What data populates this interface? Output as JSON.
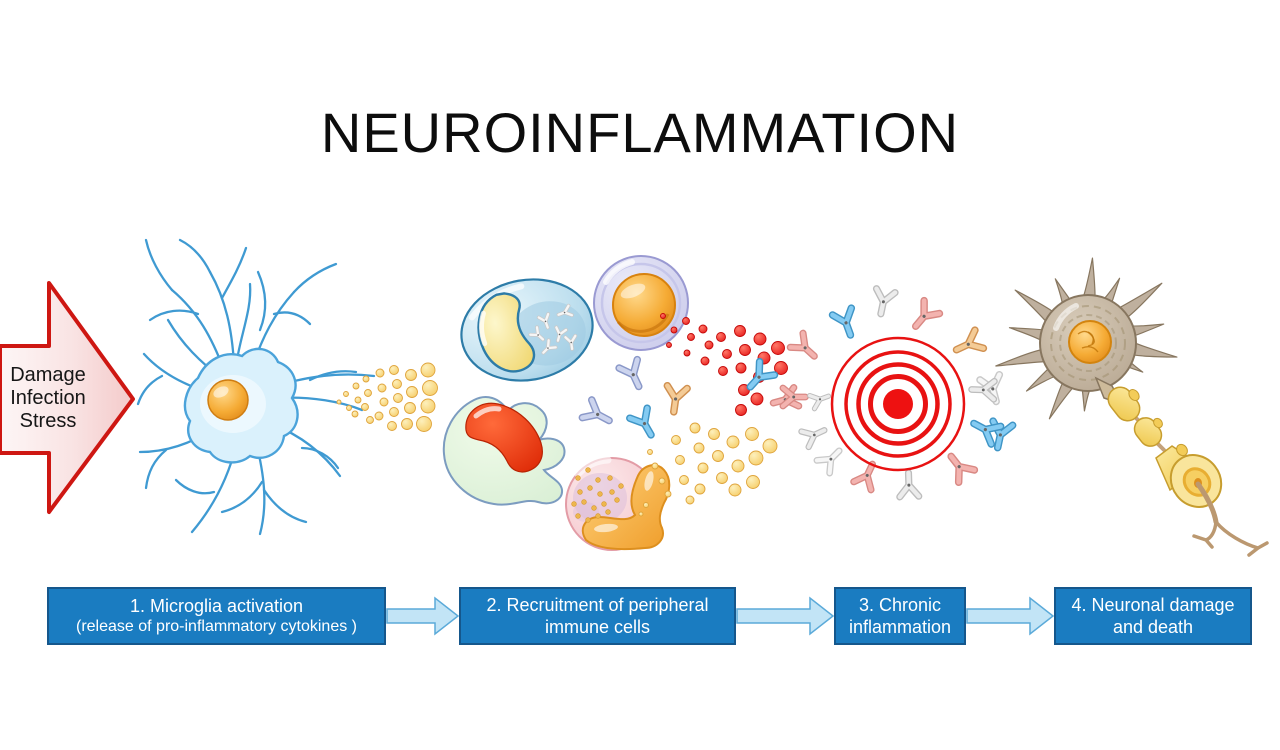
{
  "title": "NEUROINFLAMMATION",
  "trigger_arrow": {
    "lines": [
      "Damage",
      "Infection",
      "Stress"
    ]
  },
  "flow": {
    "steps": [
      {
        "line1": "1. Microglia activation",
        "line2": "(release of pro-inflammatory cytokines )"
      },
      {
        "line1": "2. Recruitment of peripheral",
        "line2": "immune cells"
      },
      {
        "line1": "3. Chronic",
        "line2": "inflammation"
      },
      {
        "line1": "4. Neuronal damage",
        "line2": "and death"
      }
    ]
  },
  "illustrations": {
    "trigger": "damage-infection-stress-arrow",
    "microglia": "activated-microglia-cell",
    "cytokines": "pro-inflammatory-cytokine-dots",
    "immune_cells": [
      "monocyte",
      "lymphocyte",
      "macrophage",
      "neutrophil"
    ],
    "antibodies": "y-shaped-antibody-icons",
    "inflammation": "red-concentric-target",
    "neuron": "damaged-neuron-with-degenerating-myelin"
  },
  "colors": {
    "title_text": "#0d0d0d",
    "step_box_fill": "#1a7cc1",
    "step_box_border": "#15578c",
    "step_box_text": "#ffffff",
    "flow_arrow_fill": "#c2e4f6",
    "flow_arrow_border": "#5baad9",
    "trigger_arrow_border": "#ce1712",
    "trigger_arrow_fill_light": "#fdf5f5",
    "trigger_arrow_fill_dark": "#f5cdcd",
    "trigger_text": "#161616",
    "inflammation_red": "#e81212",
    "cytokine_yellow": "#f5c95e",
    "cytokine_edge": "#dfa43c",
    "mediator_red": "#e51414",
    "mediator_edge": "#c40808",
    "microglia_blue": "#3f9ad2",
    "neuron_brown": "#bfb09e",
    "neuron_edge": "#87765f",
    "antibody_palette": {
      "periwinkle": "#ccd4ee",
      "cyan": "#84cbf2",
      "tan": "#f4cb96",
      "gray": "#ececec",
      "pink": "#f3b3af",
      "white": "#f6f6f6"
    }
  }
}
